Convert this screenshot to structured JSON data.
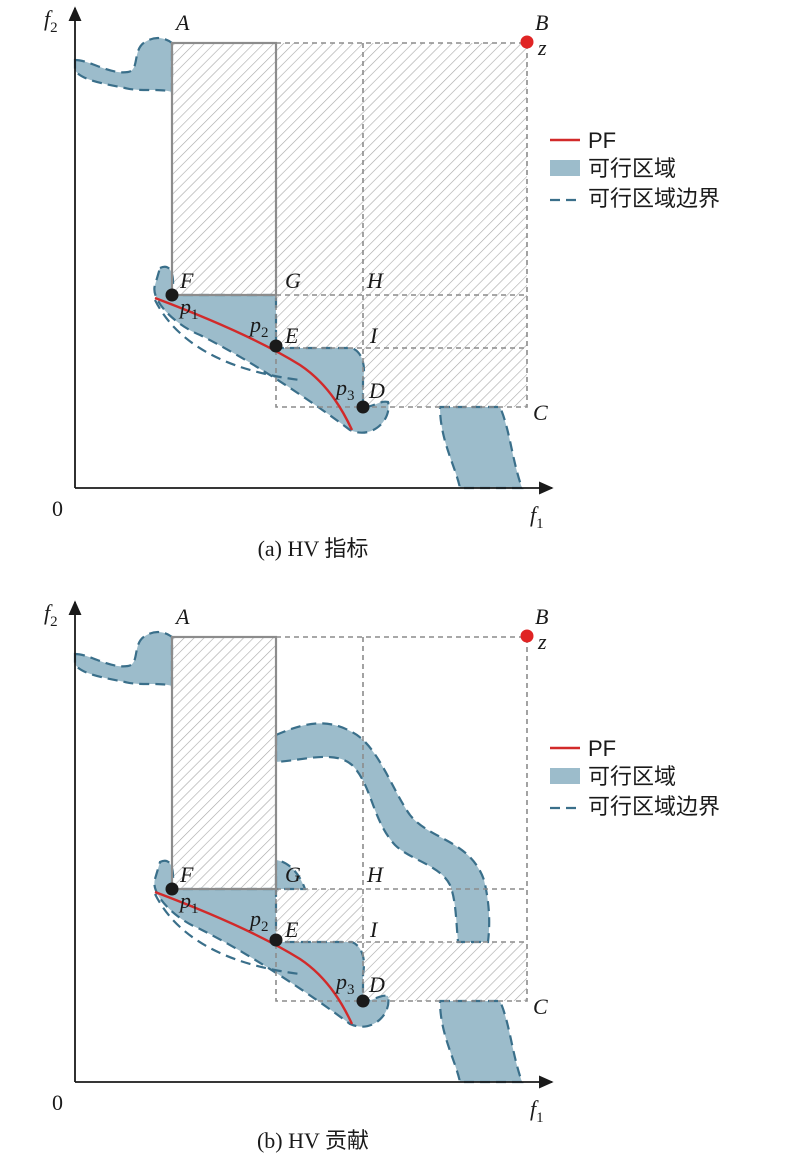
{
  "panels": [
    {
      "caption": "(a) HV 指标",
      "points": {
        "A": "A",
        "B": "B",
        "z": "z",
        "C": "C",
        "D": "D",
        "E": "E",
        "F": "F",
        "G": "G",
        "H": "H",
        "I": "I"
      },
      "pareto": {
        "p1": "p",
        "p1_sub": "1",
        "p2": "p",
        "p2_sub": "2",
        "p3": "p",
        "p3_sub": "3"
      },
      "axes": {
        "y": "f",
        "y_sub": "2",
        "x": "f",
        "x_sub": "1",
        "origin": "0"
      }
    },
    {
      "caption": "(b) HV 贡献",
      "points": {
        "A": "A",
        "B": "B",
        "z": "z",
        "C": "C",
        "D": "D",
        "E": "E",
        "F": "F",
        "G": "G",
        "H": "H",
        "I": "I"
      },
      "pareto": {
        "p1": "p",
        "p1_sub": "1",
        "p2": "p",
        "p2_sub": "2",
        "p3": "p",
        "p3_sub": "3"
      },
      "axes": {
        "y": "f",
        "y_sub": "2",
        "x": "f",
        "x_sub": "1",
        "origin": "0"
      }
    }
  ],
  "legend": {
    "pf": "PF",
    "feasible": "可行区域",
    "boundary": "可行区域边界"
  },
  "colors": {
    "pf": "#d22a2a",
    "feasible": "#9cbccb",
    "boundary": "#3a6f8a",
    "reference_point": "#e02424",
    "hatch_box": "#8c8c8c"
  }
}
